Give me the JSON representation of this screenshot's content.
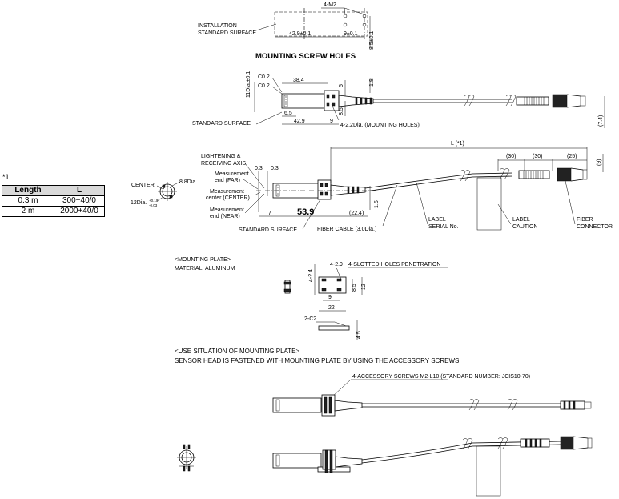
{
  "top_view": {
    "holes_dim": "4-M2",
    "installation_label_1": "INSTALLATION",
    "installation_label_2": "STANDARD SURFACE",
    "dim_42_9": "42.9±0.1",
    "dim_9": "9±0.1",
    "dim_8_5": "8.5±0.1",
    "title": "MOUNTING SCREW HOLES"
  },
  "side_view": {
    "dim_11": "11Dia.±0.1",
    "c02_a": "C0.2",
    "c02_b": "C0.2",
    "dim_38_4": "38.4",
    "dim_5": "5",
    "dim_1_8": "1.8",
    "dim_8_5": "8.5",
    "dim_6_5": "6.5",
    "dim_42_9": "42.9",
    "dim_9": "9",
    "standard_surface": "STANDARD SURFACE",
    "mounting_holes": "4-2.2Dia. (MOUNTING HOLES)",
    "dim_7_4": "(7.4)"
  },
  "note": {
    "marker": "*1.",
    "headers": [
      "Length",
      "L"
    ],
    "rows": [
      [
        "0.3 m",
        "300+40/0"
      ],
      [
        "2 m",
        "2000+40/0"
      ]
    ]
  },
  "front_view": {
    "center": "CENTER",
    "dia_8_8": "8.8Dia.",
    "dia_12": "12Dia.",
    "dia_12_tol_upper": "+0.10",
    "dia_12_tol_lower": "-0.03"
  },
  "main_view": {
    "axis_label_1": "LIGHTENING &",
    "axis_label_2": "RECEIVING AXIS",
    "dim_0_3_a": "0.3",
    "dim_0_3_b": "0.3",
    "far_1": "Measurement",
    "far_2": "end (FAR)",
    "center_1": "Measurement",
    "center_2": "center (CENTER)",
    "near_1": "Measurement",
    "near_2": "end (NEAR)",
    "dim_7": "7",
    "dim_53_9": "53.9",
    "dim_22_4": "(22.4)",
    "dim_1_5": "1.5",
    "dim_L": "L (*1)",
    "dim_30_a": "(30)",
    "dim_30_b": "(30)",
    "dim_25": "(25)",
    "dim_9": "(9)",
    "standard_surface": "STANDARD SURFACE",
    "fiber_cable": "FIBER CABLE (3.0Dia.)",
    "label_serial_1": "LABEL",
    "label_serial_2": "SERIAL No.",
    "label_caution_1": "LABEL",
    "label_caution_2": "CAUTION",
    "fiber_connector_1": "FIBER",
    "fiber_connector_2": "CONNECTOR"
  },
  "plate": {
    "title": "<MOUNTING PLATE>",
    "material": "MATERIAL: ALUMINUM",
    "dim_4_2_4": "4-2.4",
    "dim_4_2_9": "4-2.9",
    "slotted": "4-SLOTTED HOLES PENETRATION",
    "dim_8_5": "8.5",
    "dim_12": "12",
    "dim_9": "9",
    "dim_22": "22",
    "dim_2_c2": "2-C2",
    "dim_4_5": "4.5"
  },
  "use": {
    "title": "<USE SITUATION OF MOUNTING PLATE>",
    "desc": "SENSOR HEAD IS FASTENED WITH MOUNTING PLATE BY USING THE ACCESSORY SCREWS",
    "screws": "4-ACCESSORY SCREWS M2-L10 (STANDARD NUMBER: JCIS10-70)"
  }
}
